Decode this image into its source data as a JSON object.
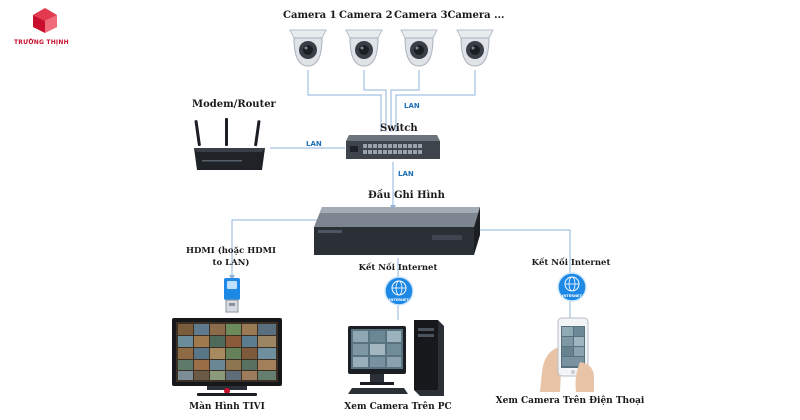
{
  "brand": {
    "name": "TRƯỜNG THỊNH",
    "logo_color": "#c8102e"
  },
  "cameras": [
    {
      "label": "Camera 1"
    },
    {
      "label": "Camera 2"
    },
    {
      "label": "Camera 3"
    },
    {
      "label": "Camera ..."
    }
  ],
  "switch": {
    "label": "Switch"
  },
  "router": {
    "label": "Modem/Router"
  },
  "recorder": {
    "label": "Đầu Ghi Hình"
  },
  "links": {
    "lan_cameras": "LAN",
    "lan_router": "LAN",
    "lan_recorder": "LAN",
    "hdmi": "HDMI (hoặc HDMI to LAN)",
    "hdmi_line1": "HDMI (hoặc HDMI",
    "hdmi_line2": "to LAN)",
    "internet_pc": "Kết Nối Internet",
    "internet_phone": "Kết Nối Internet"
  },
  "internet_badge": "INTERNET",
  "outputs": {
    "tv": "Màn Hình TIVI",
    "pc": "Xem Camera Trên PC",
    "phone": "Xem Camera Trên Điện Thoại"
  },
  "colors": {
    "line": "#8fb3d9",
    "lan_text": "#1f6fb4",
    "device_dark": "#2b2f36"
  }
}
